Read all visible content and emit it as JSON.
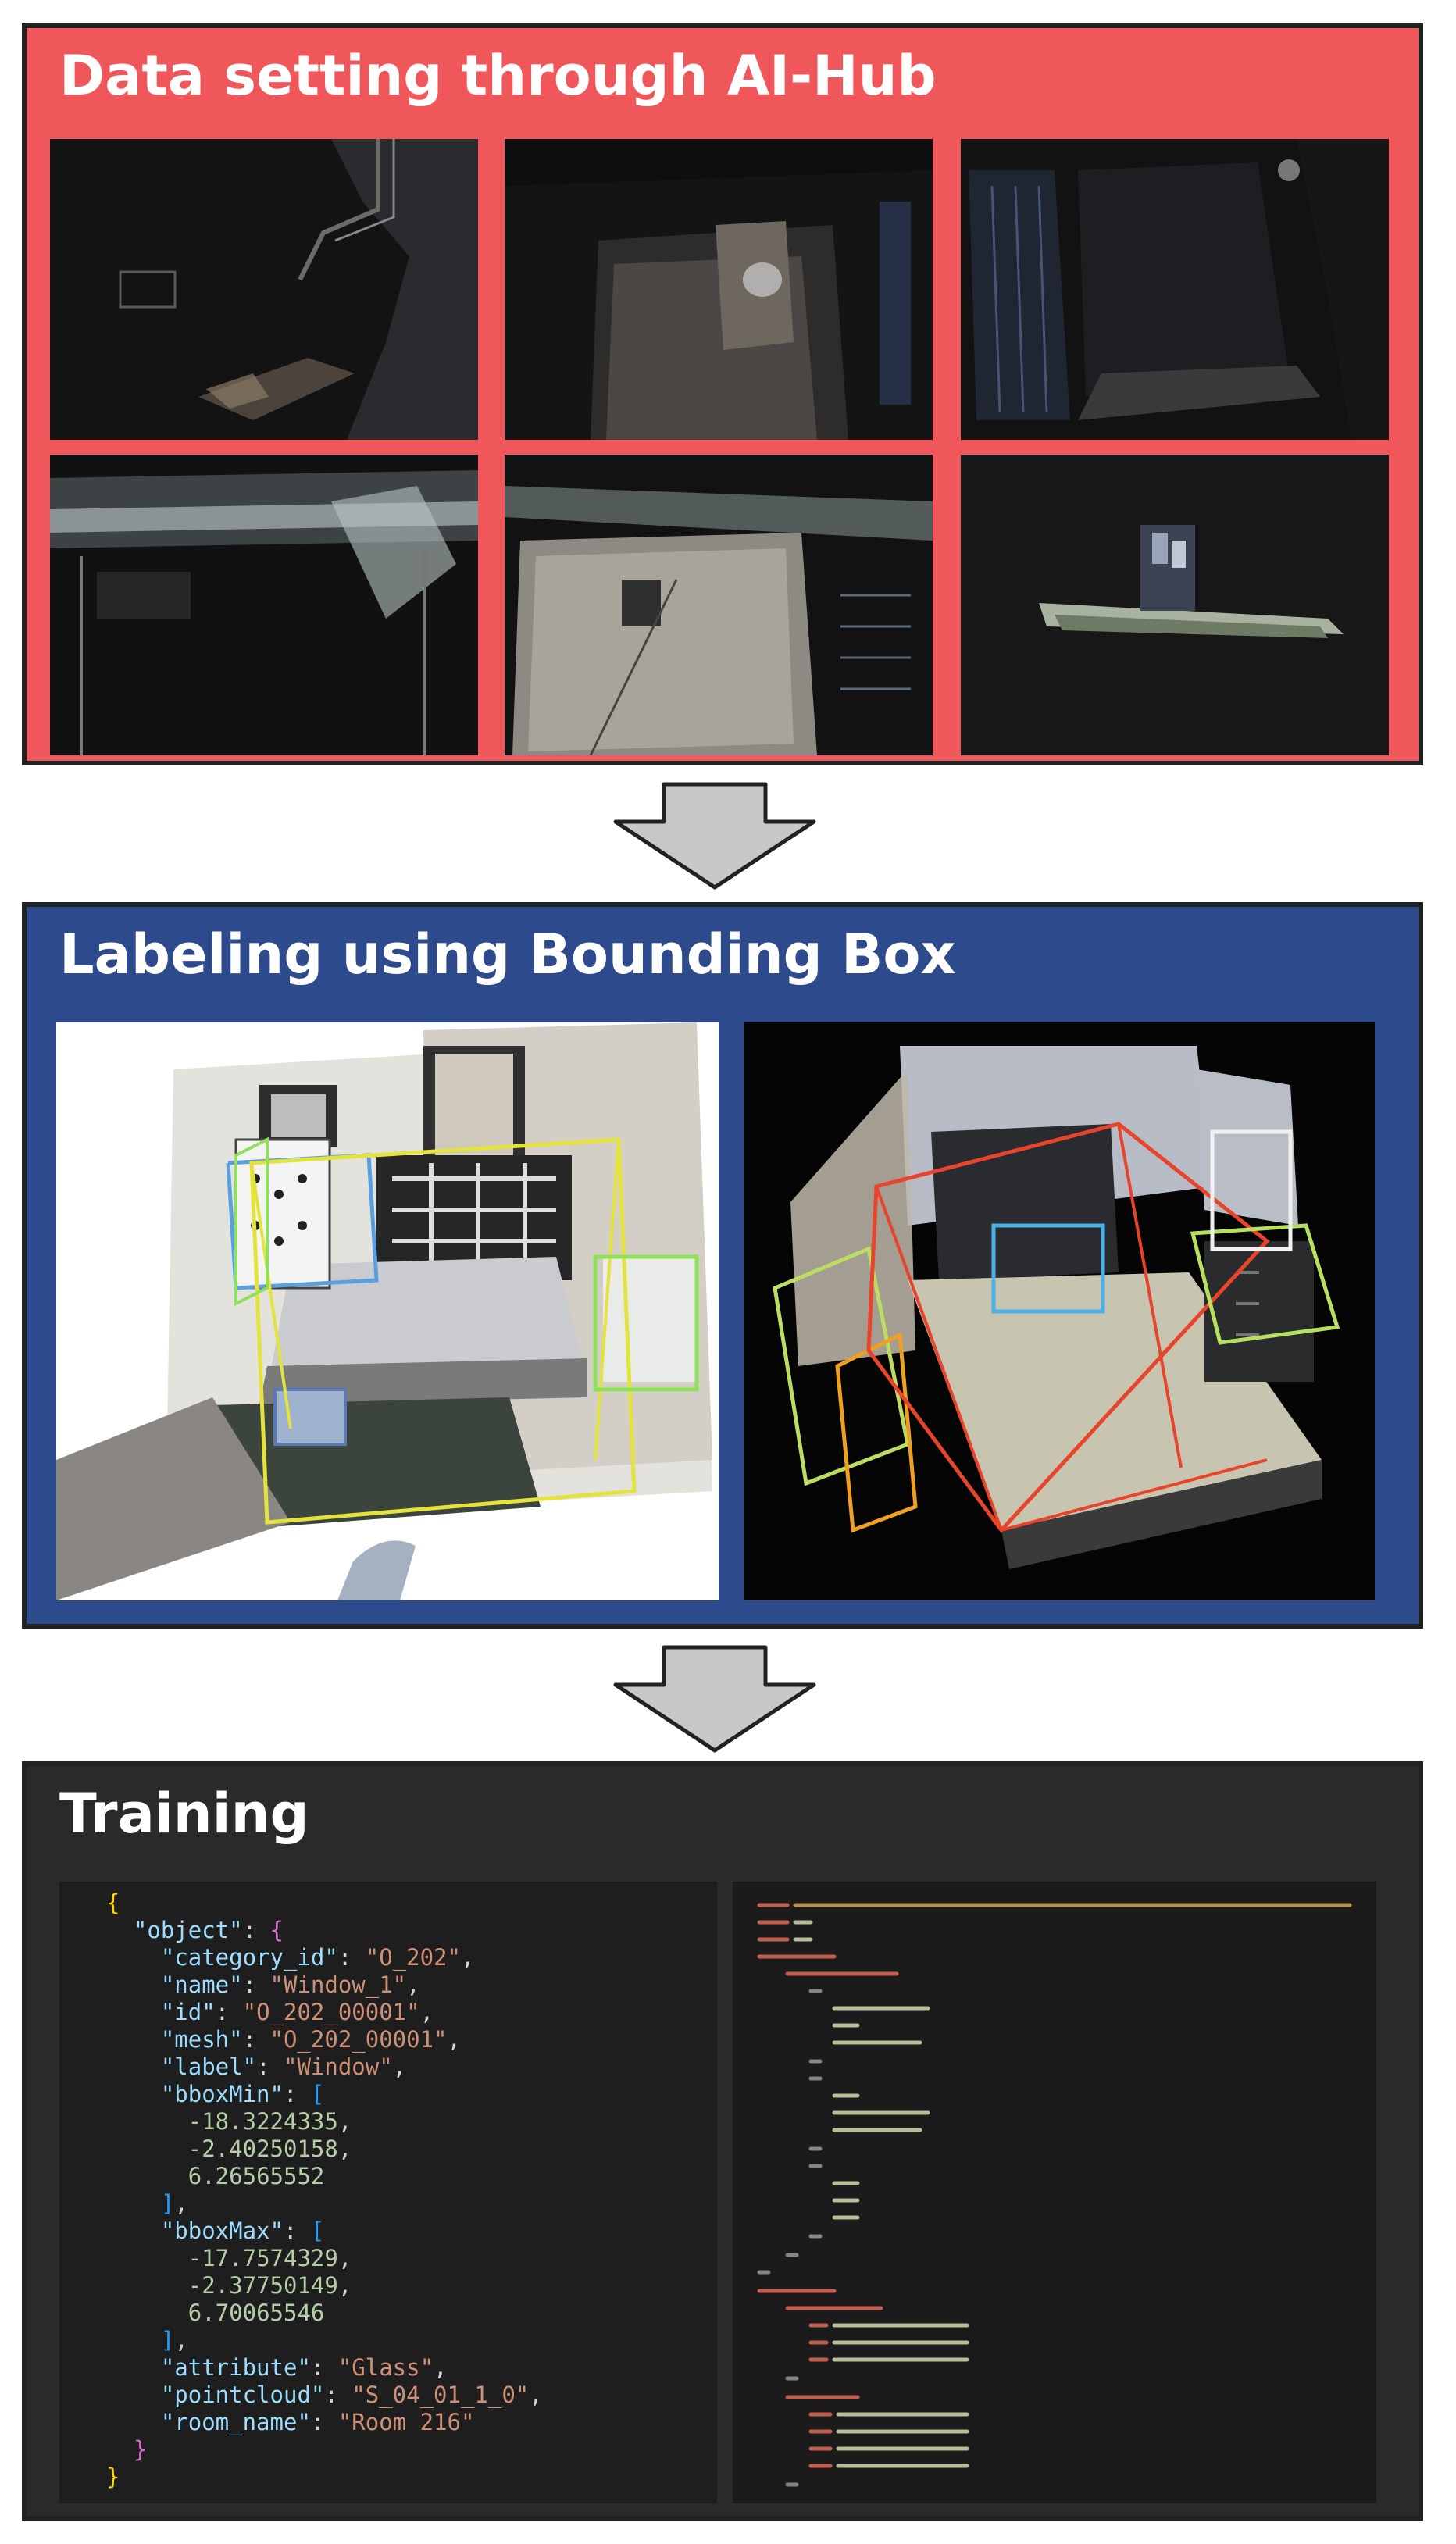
{
  "panels": {
    "data_setting": {
      "title": "Data setting through AI-Hub"
    },
    "labeling": {
      "title": "Labeling using Bounding Box"
    },
    "training": {
      "title": "Training"
    }
  },
  "colors": {
    "data_panel": "#f0575a",
    "labeling_panel": "#2c4a8c",
    "training_panel": "#2a2a2a",
    "arrow": "#c8c8c8"
  },
  "annotation_json": {
    "object_key": "\"object\"",
    "fields": [
      {
        "key": "\"category_id\"",
        "value": "\"O_202\""
      },
      {
        "key": "\"name\"",
        "value": "\"Window_1\""
      },
      {
        "key": "\"id\"",
        "value": "\"O_202_00001\""
      },
      {
        "key": "\"mesh\"",
        "value": "\"O_202_00001\""
      },
      {
        "key": "\"label\"",
        "value": "\"Window\""
      }
    ],
    "bboxMin_key": "\"bboxMin\"",
    "bboxMin": [
      "-18.3224335",
      "-2.40250158",
      "6.26565552"
    ],
    "bboxMax_key": "\"bboxMax\"",
    "bboxMax": [
      "-17.7574329",
      "-2.37750149",
      "6.70065546"
    ],
    "tail_fields": [
      {
        "key": "\"attribute\"",
        "value": "\"Glass\""
      },
      {
        "key": "\"pointcloud\"",
        "value": "\"S_04_01_1_0\""
      },
      {
        "key": "\"room_name\"",
        "value": "\"Room 216\""
      }
    ]
  }
}
